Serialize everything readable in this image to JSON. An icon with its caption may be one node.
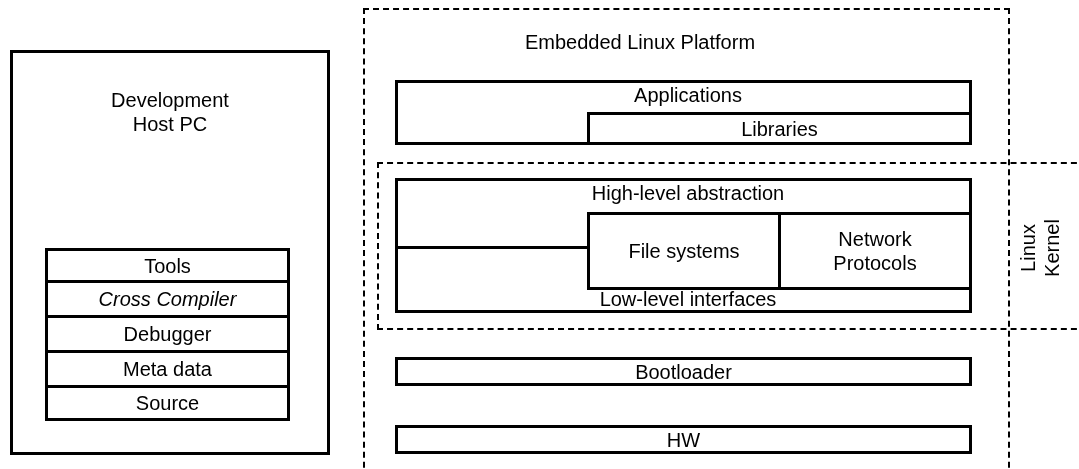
{
  "diagram": {
    "nodes": [
      {
        "text": [
          "Development Host PC"
        ]
      },
      {
        "text": [
          "Tools"
        ],
        "in": 0
      },
      {
        "text": [
          "Cross Compiler"
        ],
        "in": 0
      },
      {
        "text": [
          "Debugger"
        ],
        "in": 0
      },
      {
        "text": [
          "Meta data"
        ],
        "in": 0
      },
      {
        "text": [
          "Source"
        ],
        "in": 0
      },
      {
        "text": [
          "Embedded Linux Platform"
        ]
      },
      {
        "text": [
          "Applications"
        ],
        "in": 6
      },
      {
        "text": [
          "Libraries"
        ],
        "in": 7
      },
      {
        "text": [
          "Linux Kernel"
        ]
      },
      {
        "text": [
          "High-level abstraction",
          "Low-level interfaces"
        ],
        "in": 9
      },
      {
        "text": [
          "File systems"
        ],
        "in": 10
      },
      {
        "text": [
          "Network Protocols"
        ],
        "in": 10
      },
      {
        "text": [
          "Bootloader"
        ],
        "in": 6
      },
      {
        "text": [
          "HW"
        ],
        "in": 6
      }
    ]
  }
}
